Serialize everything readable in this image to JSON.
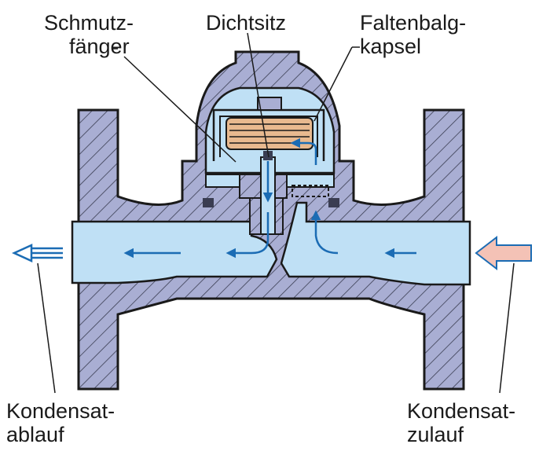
{
  "labels": {
    "schmutzfaenger": [
      "Schmutz-",
      "fänger"
    ],
    "dichtsitz": "Dichtsitz",
    "faltenbalgkapsel": [
      "Faltenbalg-",
      "kapsel"
    ],
    "kondensatablauf": [
      "Kondensat-",
      "ablauf"
    ],
    "kondensatzulauf": [
      "Kondensat-",
      "zulauf"
    ]
  },
  "colors": {
    "body_fill": "#a9aed3",
    "water": "#bfe0f5",
    "arrow_blue": "#1b6cb4",
    "inlet_arrow": "#f4c2b6",
    "bellows": "#e8b98f",
    "outline": "#1a1a1a"
  },
  "icons": [
    "outlet-arrow-icon",
    "inlet-arrow-icon",
    "flow-arrow-icon"
  ]
}
